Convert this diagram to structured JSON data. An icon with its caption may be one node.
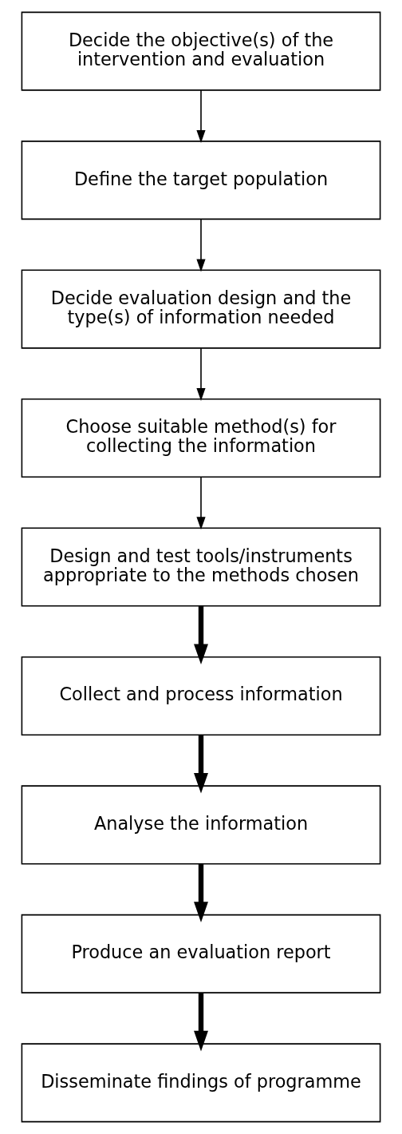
{
  "diagram": {
    "nodes": [
      {
        "text": [
          "Decide the objective(s) of the intervention and evaluation"
        ]
      },
      {
        "text": [
          "Define the target population"
        ]
      },
      {
        "text": [
          "Decide evaluation design and the type(s) of information needed"
        ]
      },
      {
        "text": [
          "Choose suitable method(s) for collecting the information"
        ]
      },
      {
        "text": [
          "Design and test tools/instruments appropriate to the methods chosen"
        ]
      },
      {
        "text": [
          "Collect and process information"
        ]
      },
      {
        "text": [
          "Analyse the information"
        ]
      },
      {
        "text": [
          "Produce an evaluation report"
        ]
      },
      {
        "text": [
          "Disseminate findings of programme"
        ]
      }
    ],
    "edges": [
      {
        "from": 0,
        "to": 1,
        "arrow": "to"
      },
      {
        "from": 1,
        "to": 2,
        "arrow": "to"
      },
      {
        "from": 2,
        "to": 3,
        "arrow": "to"
      },
      {
        "from": 3,
        "to": 4,
        "arrow": "to"
      },
      {
        "from": 4,
        "to": 5,
        "arrow": "to",
        "style": "thick"
      },
      {
        "from": 5,
        "to": 6,
        "arrow": "to",
        "style": "thick"
      },
      {
        "from": 6,
        "to": 7,
        "arrow": "to",
        "style": "thick"
      },
      {
        "from": 7,
        "to": 8,
        "arrow": "to",
        "style": "thick"
      }
    ]
  }
}
